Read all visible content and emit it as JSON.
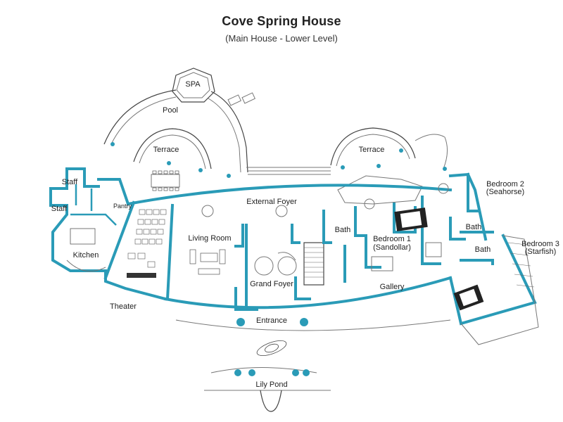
{
  "header": {
    "title": "Cove Spring House",
    "subtitle": "(Main House - Lower Level)"
  },
  "rooms": {
    "spa": "SPA",
    "pool": "Pool",
    "terrace_left": "Terrace",
    "terrace_right": "Terrace",
    "staff_top": "Staff",
    "staff_bottom": "Staff",
    "pantry": "Pantry",
    "kitchen": "Kitchen",
    "theater": "Theater",
    "external_foyer": "External Foyer",
    "living_room": "Living Room",
    "grand_foyer": "Grand Foyer",
    "entrance": "Entrance",
    "bath_center": "Bath",
    "bedroom1_name": "Bedroom 1",
    "bedroom1_sub": "(Sandollar)",
    "gallery": "Gallery",
    "bedroom2_name": "Bedroom 2",
    "bedroom2_sub": "(Seahorse)",
    "bath_right_top": "Bath",
    "bath_right_bottom": "Bath",
    "bedroom3_name": "Bedroom 3",
    "bedroom3_sub": "(Starfish)",
    "lily_pond": "Lily Pond"
  },
  "colors": {
    "wall": "#2a9bb7",
    "line": "#777777",
    "text": "#222222"
  }
}
